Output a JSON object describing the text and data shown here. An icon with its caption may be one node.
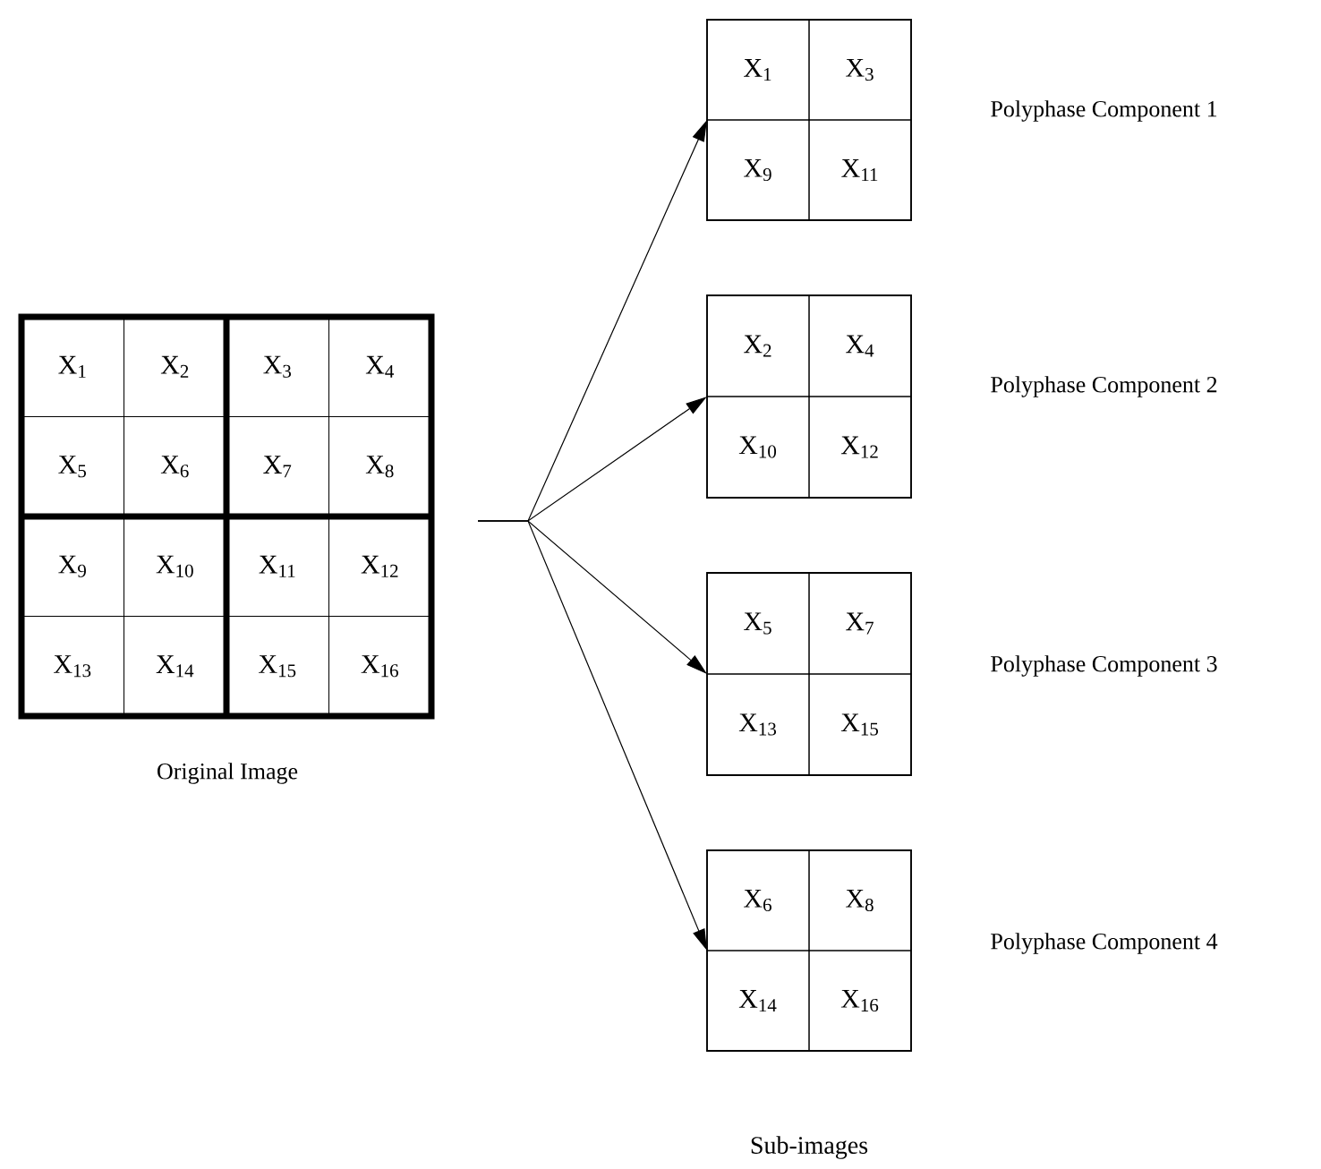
{
  "diagram": {
    "nodes": [
      {
        "text": [],
        "shape": "box",
        "beside": [
          "Original Image"
        ]
      },
      {
        "text": [
          "X$_{1}$"
        ],
        "in": 0
      },
      {
        "text": [
          "X$_{2}$"
        ],
        "in": 0
      },
      {
        "text": [
          "X$_{3}$"
        ],
        "in": 0
      },
      {
        "text": [
          "X$_{4}$"
        ],
        "in": 0
      },
      {
        "text": [
          "X$_{5}$"
        ],
        "in": 0
      },
      {
        "text": [
          "X$_{6}$"
        ],
        "in": 0
      },
      {
        "text": [
          "X$_{7}$"
        ],
        "in": 0
      },
      {
        "text": [
          "X$_{8}$"
        ],
        "in": 0
      },
      {
        "text": [
          "X$_{9}$"
        ],
        "in": 0
      },
      {
        "text": [
          "X$_{10}$"
        ],
        "in": 0
      },
      {
        "text": [
          "X$_{11}$"
        ],
        "in": 0
      },
      {
        "text": [
          "X$_{12}$"
        ],
        "in": 0
      },
      {
        "text": [
          "X$_{13}$"
        ],
        "in": 0
      },
      {
        "text": [
          "X$_{14}$"
        ],
        "in": 0
      },
      {
        "text": [
          "X$_{15}$"
        ],
        "in": 0
      },
      {
        "text": [
          "X$_{16}$"
        ],
        "in": 0
      },
      {
        "text": [],
        "shape": "box",
        "beside": [
          "Polyphase Component 1"
        ]
      },
      {
        "text": [
          "X$_{1}$"
        ],
        "in": 17
      },
      {
        "text": [
          "X$_{3}$"
        ],
        "in": 17
      },
      {
        "text": [
          "X$_{9}$"
        ],
        "in": 17
      },
      {
        "text": [
          "X$_{11}$"
        ],
        "in": 17
      },
      {
        "text": [],
        "shape": "box",
        "beside": [
          "Polyphase Component 2"
        ]
      },
      {
        "text": [
          "X$_{2}$"
        ],
        "in": 22
      },
      {
        "text": [
          "X$_{4}$"
        ],
        "in": 22
      },
      {
        "text": [
          "X$_{10}$"
        ],
        "in": 22
      },
      {
        "text": [
          "X$_{12}$"
        ],
        "in": 22
      },
      {
        "text": [],
        "shape": "box",
        "beside": [
          "Polyphase Component 3"
        ]
      },
      {
        "text": [
          "X$_{5}$"
        ],
        "in": 27
      },
      {
        "text": [
          "X$_{7}$"
        ],
        "in": 27
      },
      {
        "text": [
          "X$_{13}$"
        ],
        "in": 27
      },
      {
        "text": [
          "X$_{15}$"
        ],
        "in": 27
      },
      {
        "text": [],
        "shape": "box",
        "beside": [
          "Polyphase Component 4"
        ]
      },
      {
        "text": [
          "X$_{6}$"
        ],
        "in": 32
      },
      {
        "text": [
          "X$_{8}$"
        ],
        "in": 32
      },
      {
        "text": [
          "X$_{14}$"
        ],
        "in": 32
      },
      {
        "text": [
          "X$_{16}$"
        ],
        "in": 32
      }
    ],
    "edges": [
      {
        "from": 0,
        "to": 17,
        "arrow": "to"
      },
      {
        "from": 0,
        "to": 22,
        "arrow": "to"
      },
      {
        "from": 0,
        "to": 27,
        "arrow": "to"
      },
      {
        "from": 0,
        "to": 32,
        "arrow": "to"
      }
    ],
    "labels": [
      "Sub-images"
    ]
  }
}
